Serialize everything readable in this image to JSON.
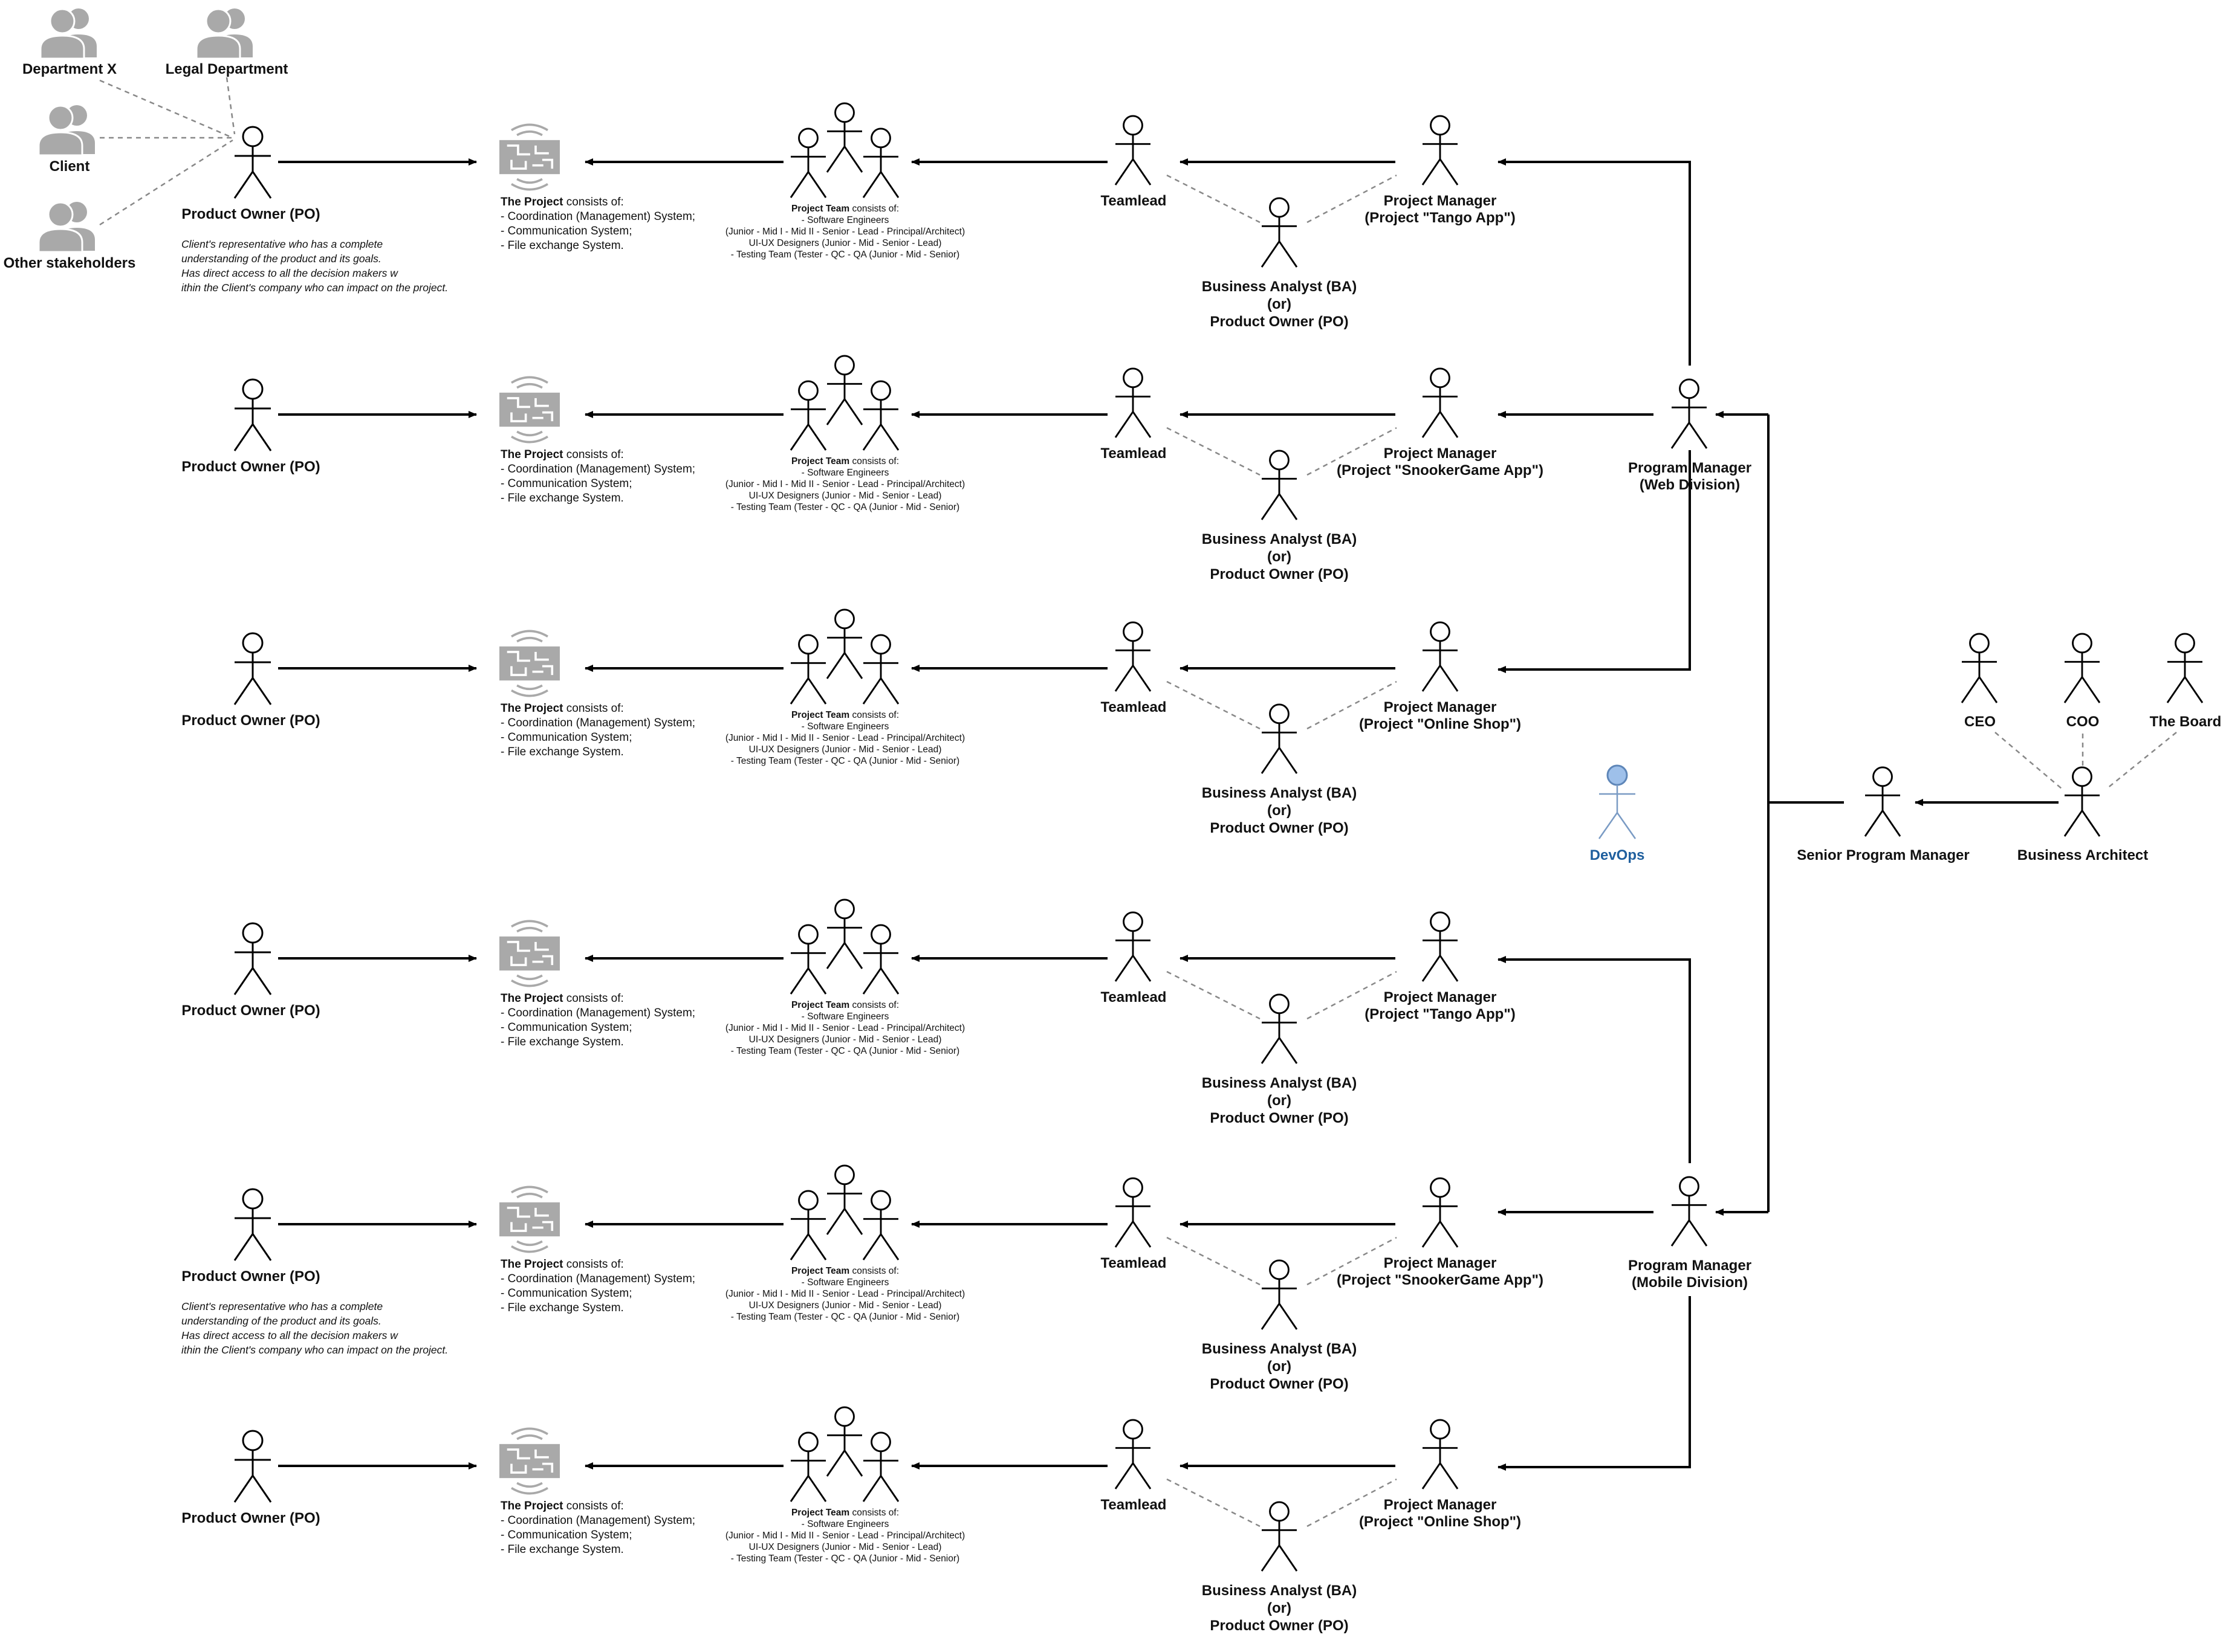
{
  "stakeholders": [
    {
      "label": "Department X"
    },
    {
      "label": "Legal Department"
    },
    {
      "label": "Client"
    },
    {
      "label": "Other stakeholders"
    }
  ],
  "po_label": "Product Owner (PO)",
  "po_note": [
    "Client's representative who has a complete",
    "understanding of the product and its goals.",
    "Has direct access to all the decision makers w",
    "ithin the Client's company who can impact on the project."
  ],
  "project": {
    "title": "The Project",
    "suffix": " consists of:",
    "items": [
      "- Coordination (Management) System;",
      "- Communication System;",
      "- File exchange System."
    ]
  },
  "team": {
    "title": "Project Team",
    "suffix": " consists of:",
    "lines": [
      "- Software Engineers",
      "(Junior - Mid I - Mid II - Senior - Lead - Principal/Architect)",
      "UI-UX Designers (Junior - Mid - Senior - Lead)",
      "- Testing Team (Tester - QC - QA (Junior - Mid - Senior)"
    ]
  },
  "teamlead_label": "Teamlead",
  "ba_label": [
    "Business Analyst (BA)",
    "(or)",
    "Product Owner (PO)"
  ],
  "pm_title": "Project Manager",
  "rows": [
    {
      "pm_project": "(Project \"Tango App\")",
      "show_note": true
    },
    {
      "pm_project": "(Project \"SnookerGame App\")",
      "show_note": false
    },
    {
      "pm_project": "(Project \"Online Shop\")",
      "show_note": false
    },
    {
      "pm_project": "(Project \"Tango App\")",
      "show_note": false
    },
    {
      "pm_project": "(Project \"SnookerGame App\")",
      "show_note": true
    },
    {
      "pm_project": "(Project \"Online Shop\")",
      "show_note": false
    }
  ],
  "program_managers": [
    {
      "title": "Program Manager",
      "division": "(Web Division)"
    },
    {
      "title": "Program Manager",
      "division": "(Mobile Division)"
    }
  ],
  "senior_pm": "Senior Program Manager",
  "business_architect": "Business Architect",
  "executives": [
    "CEO",
    "COO",
    "The Board"
  ],
  "devops": {
    "label": "DevOps",
    "color": "#1f5f9e",
    "head_color": "#9ec0ea"
  },
  "colors": {
    "line": "#000000",
    "dashed": "#888888",
    "icon_gray": "#a9a9a9"
  }
}
